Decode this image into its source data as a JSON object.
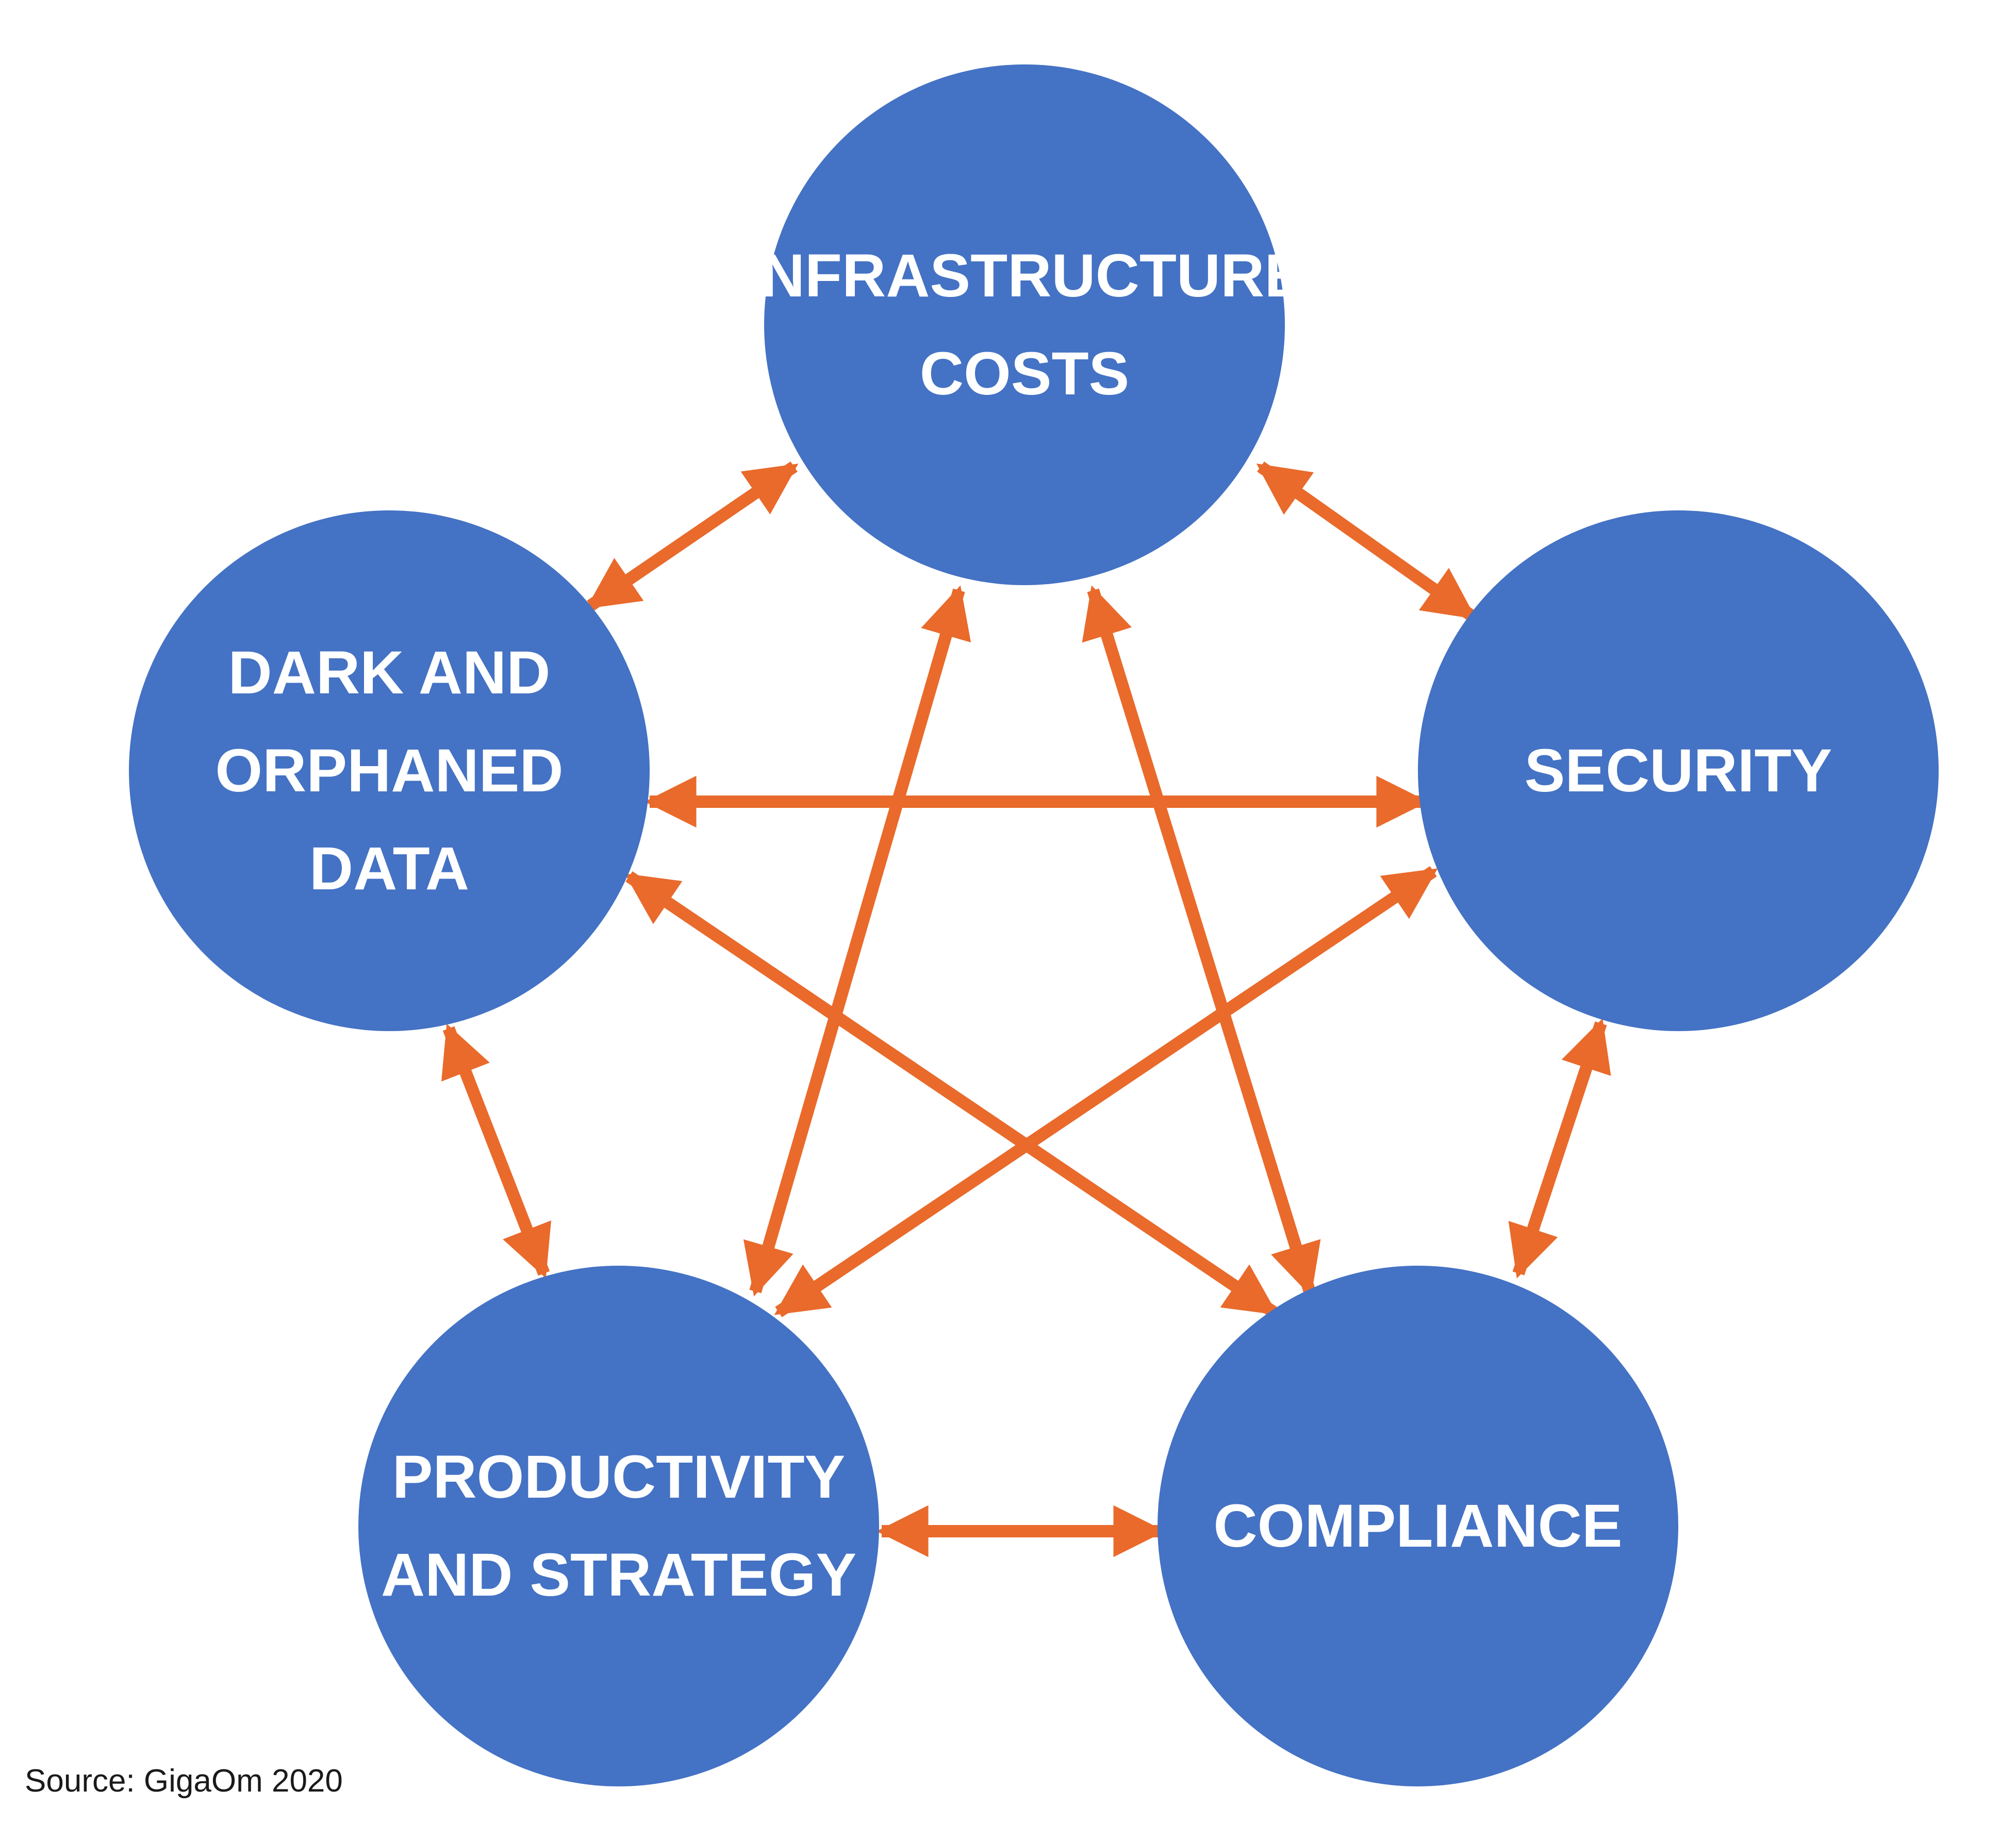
{
  "diagram": {
    "nodes": [
      {
        "id": "infrastructure",
        "lines": [
          "INFRASTRUCTURE",
          "COSTS"
        ]
      },
      {
        "id": "security",
        "lines": [
          "SECURITY"
        ]
      },
      {
        "id": "compliance",
        "lines": [
          "COMPLIANCE"
        ]
      },
      {
        "id": "productivity",
        "lines": [
          "PRODUCTIVITY",
          "AND STRATEGY"
        ]
      },
      {
        "id": "dark-data",
        "lines": [
          "DARK AND",
          "ORPHANED",
          "DATA"
        ]
      }
    ],
    "edges": [
      {
        "from": "infrastructure",
        "to": "security",
        "bidirectional": true
      },
      {
        "from": "infrastructure",
        "to": "dark-data",
        "bidirectional": true
      },
      {
        "from": "infrastructure",
        "to": "productivity",
        "bidirectional": true
      },
      {
        "from": "infrastructure",
        "to": "compliance",
        "bidirectional": true
      },
      {
        "from": "dark-data",
        "to": "security",
        "bidirectional": true
      },
      {
        "from": "dark-data",
        "to": "compliance",
        "bidirectional": true
      },
      {
        "from": "dark-data",
        "to": "productivity",
        "bidirectional": true
      },
      {
        "from": "security",
        "to": "productivity",
        "bidirectional": true
      },
      {
        "from": "security",
        "to": "compliance",
        "bidirectional": true
      },
      {
        "from": "productivity",
        "to": "compliance",
        "bidirectional": true
      }
    ],
    "colors": {
      "node_fill": "#4472C4",
      "arrow": "#E96A2B",
      "label": "#FFFFFF"
    }
  },
  "footer": {
    "source": "Source: GigaOm 2020"
  }
}
